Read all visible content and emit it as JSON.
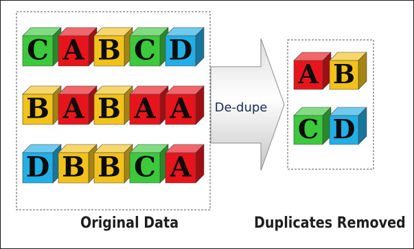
{
  "colors": {
    "A": "#e8141c",
    "B": "#f2c21a",
    "C": "#3cc93c",
    "D": "#22aee6"
  },
  "original_grid": [
    [
      "C",
      "A",
      "B",
      "C",
      "D"
    ],
    [
      "B",
      "A",
      "B",
      "A",
      "A"
    ],
    [
      "D",
      "B",
      "B",
      "C",
      "A"
    ]
  ],
  "deduplicated_grid": [
    [
      "A",
      "B"
    ],
    [
      "C",
      "D"
    ]
  ],
  "arrow": {
    "label": "De-dupe"
  },
  "captions": {
    "original": "Original Data",
    "result": "Duplicates Removed"
  }
}
